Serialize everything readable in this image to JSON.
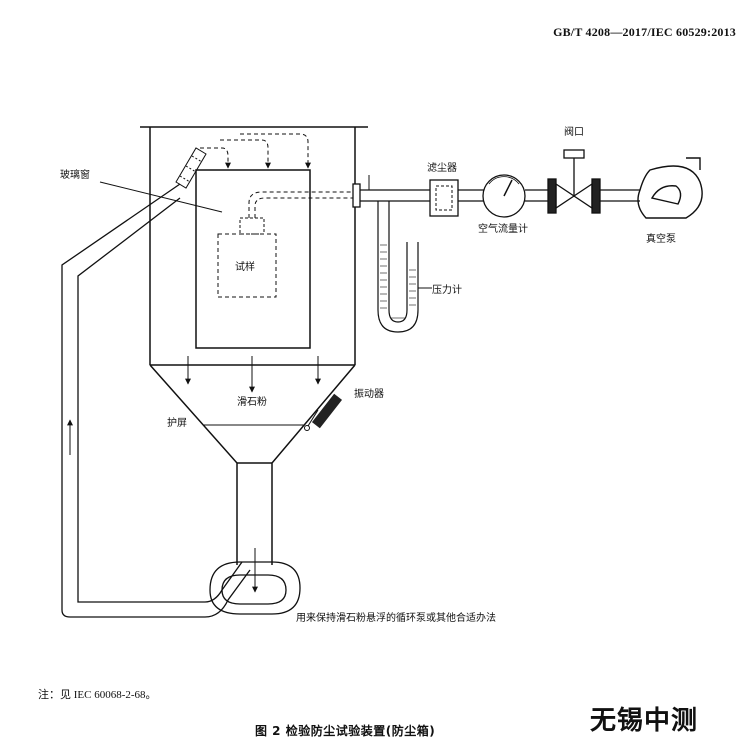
{
  "header": {
    "standard": "GB/T 4208—2017/IEC 60529:2013"
  },
  "labels": {
    "glass_window": "玻璃窗",
    "specimen": "试样",
    "dust_filter": "滤尘器",
    "valve": "阀口",
    "airflow_meter": "空气流量计",
    "vacuum_pump": "真空泵",
    "manometer": "压力计",
    "vibrator": "振动器",
    "talc_powder": "滑石粉",
    "screen": "护屏",
    "circulation_note": "用来保持滑石粉悬浮的循环泵或其他合适办法"
  },
  "footer": {
    "note": "注：见 IEC 60068-2-68。",
    "caption": "图 2    检验防尘试验装置(防尘箱)",
    "watermark": "无锡中测"
  }
}
